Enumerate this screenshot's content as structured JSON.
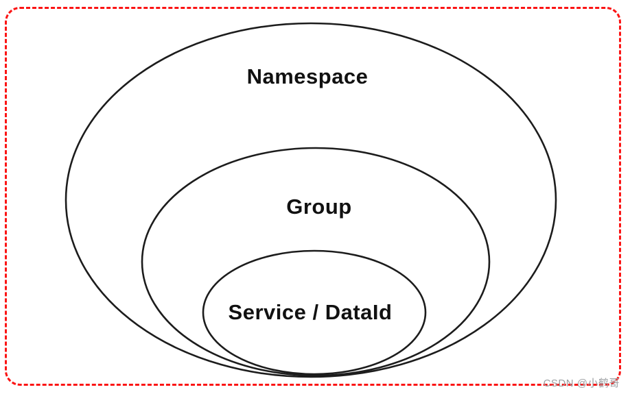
{
  "diagram": {
    "rings": [
      {
        "id": "namespace",
        "label": "Namespace"
      },
      {
        "id": "group",
        "label": "Group"
      },
      {
        "id": "service-dataid",
        "label": "Service / DataId"
      }
    ]
  },
  "watermark": {
    "text": "CSDN @小鹤哥"
  },
  "colors": {
    "border": "#fb1414",
    "stroke": "#1c1c1c",
    "watermark": "#9b9ea1",
    "background": "#ffffff",
    "label_text": "#111111"
  }
}
